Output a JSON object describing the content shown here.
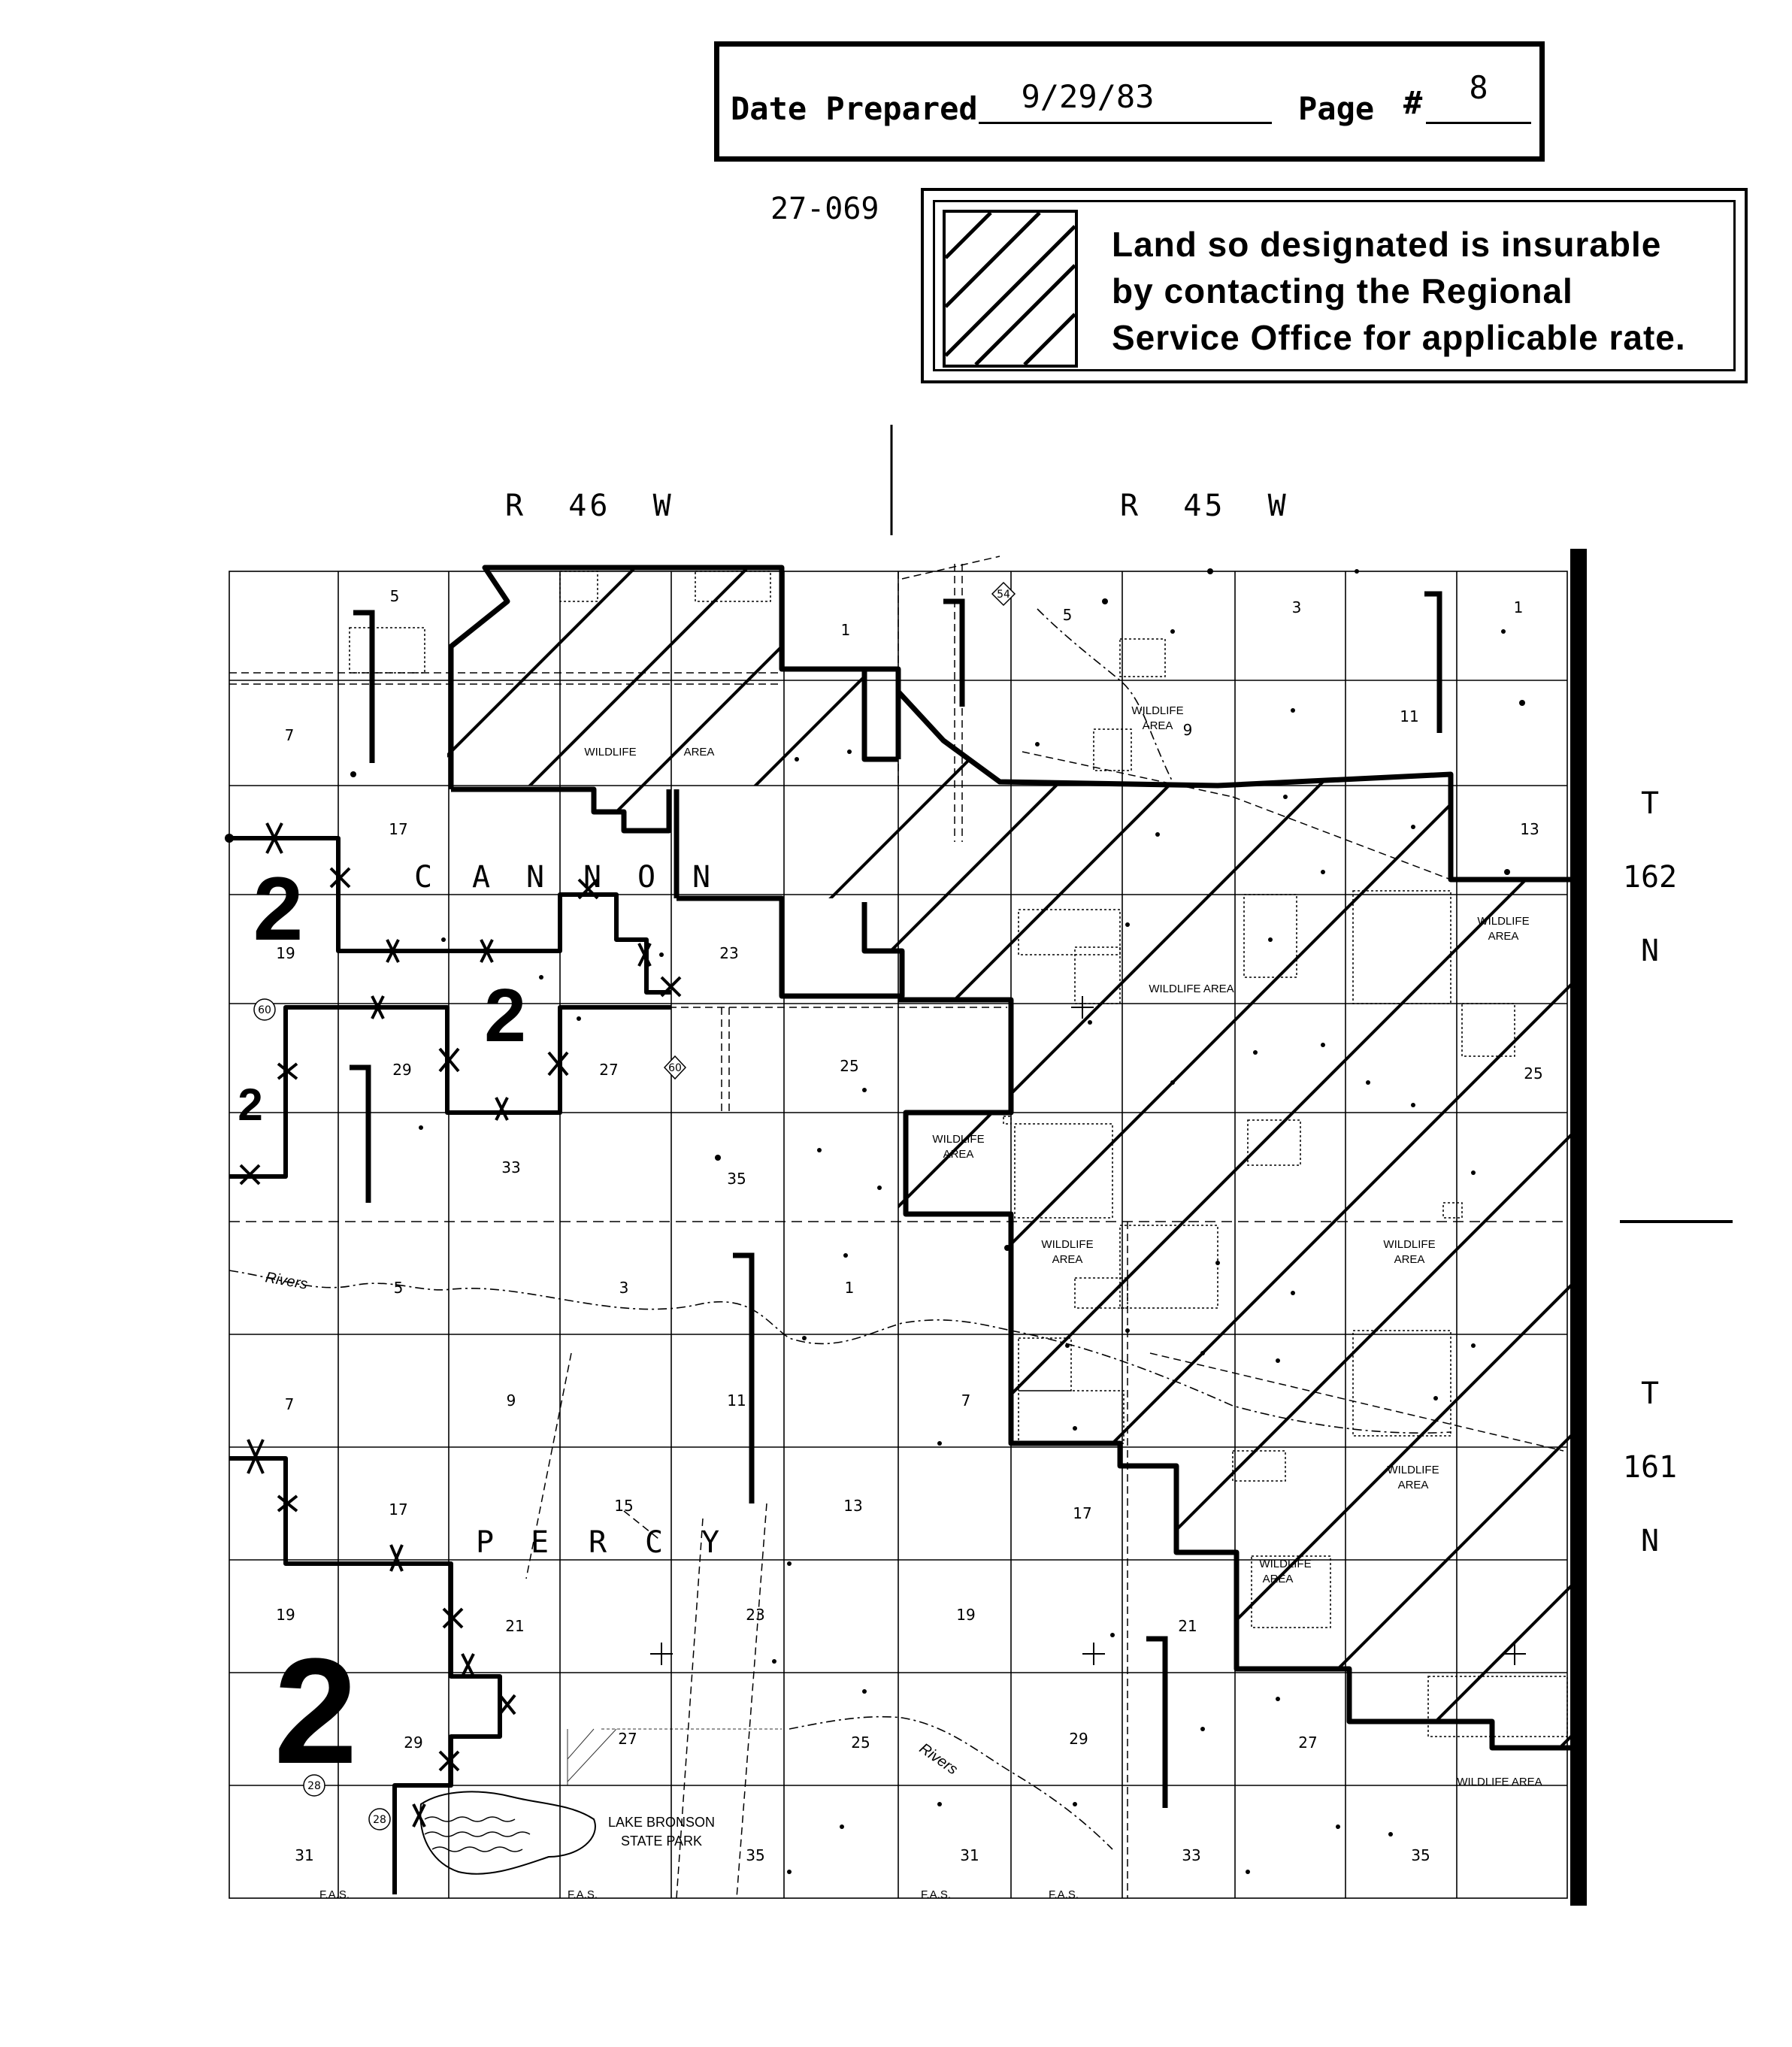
{
  "header": {
    "date_label": "Date Prepared",
    "date_value": "9/29/83",
    "page_label": "Page",
    "page_hash": "#",
    "page_value": "8"
  },
  "county_code": "27-069",
  "legend": {
    "text_line1": "Land so designated is insurable",
    "text_line2": "by contacting the Regional",
    "text_line3": "Service Office for applicable rate."
  },
  "ranges": {
    "left": "R  46  W",
    "right": "R  45  W"
  },
  "townships": {
    "upper": {
      "t": "T",
      "n": "162",
      "dir": "N"
    },
    "lower": {
      "t": "T",
      "n": "161",
      "dir": "N"
    }
  },
  "township_names": {
    "north": [
      "C",
      "A",
      "N",
      "N",
      "O",
      "N"
    ],
    "south": [
      "P",
      "E",
      "R",
      "C",
      "Y"
    ]
  },
  "zone_labels": [
    "2",
    "2",
    "2",
    "2"
  ],
  "area_labels": {
    "wildlife": "WILDLIFE",
    "area": "AREA",
    "wildlife_area": "WILDLIFE AREA",
    "lake_bronson": "LAKE BRONSON",
    "state_park": "STATE PARK",
    "rivers": "Rivers",
    "fas": "F.A.S."
  },
  "section_numbers": {
    "s5a": "5",
    "s7a": "7",
    "s17a": "17",
    "s19a": "19",
    "s29a": "29",
    "s33a": "33",
    "s23a": "23",
    "s25a": "25",
    "s27a": "27",
    "s35a": "35",
    "s1a": "1",
    "s5b": "5",
    "s3b": "3",
    "s1b": "1",
    "s11b": "11",
    "s9b": "9",
    "s13b": "13",
    "s7c": "7",
    "s9c": "9",
    "s11c": "11",
    "s13c": "13",
    "s17c": "17",
    "s15c": "15",
    "s5c": "5",
    "s3c": "3",
    "s1c": "1",
    "s7d": "7",
    "s17d": "17",
    "s19d": "19",
    "s21d": "21",
    "s23d": "23",
    "s19e": "19",
    "s21e": "21",
    "s29d": "29",
    "s27d": "27",
    "s25d": "25",
    "s29e": "29",
    "s27e": "27",
    "s31d": "31",
    "s35d": "35",
    "s31e": "31",
    "s33e": "33",
    "s35e": "35",
    "s25e": "25"
  },
  "highway_shields": [
    "60",
    "60",
    "54",
    "28",
    "28"
  ],
  "colors": {
    "ink": "#000000",
    "paper": "#ffffff"
  }
}
